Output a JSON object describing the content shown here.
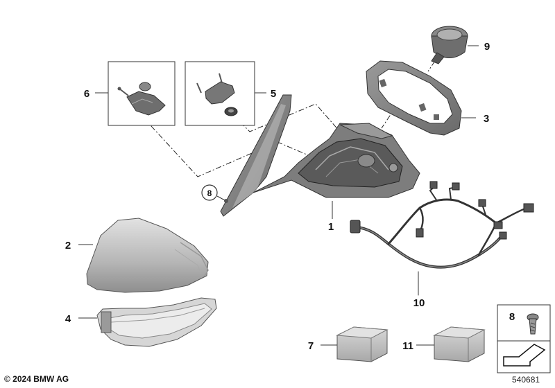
{
  "copyright": "© 2024 BMW AG",
  "reference_number": "540681",
  "callouts": {
    "c1": "1",
    "c2": "2",
    "c3": "3",
    "c4": "4",
    "c5": "5",
    "c6": "6",
    "c7": "7",
    "c8": "8",
    "c8_box": "8",
    "c9": "9",
    "c10": "10",
    "c11": "11"
  }
}
